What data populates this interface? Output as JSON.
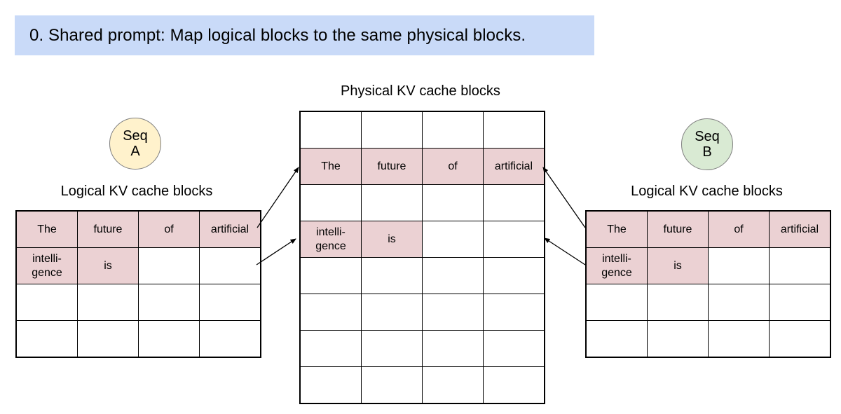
{
  "banner": {
    "text": "0. Shared prompt: Map logical blocks to the same physical blocks.",
    "bg_color": "#c9daf8"
  },
  "colors": {
    "highlight_pink": "#ebd1d3",
    "seq_a_yellow": "#fff2cc",
    "seq_b_green": "#d9ead3",
    "table_border": "#000000",
    "badge_border": "#7f7f7f"
  },
  "physical_block": {
    "title": "Physical KV cache blocks",
    "table": {
      "cells": [
        [
          "",
          "",
          "",
          ""
        ],
        [
          "The",
          "future",
          "of",
          "artificial"
        ],
        [
          "",
          "",
          "",
          ""
        ],
        [
          "intelli-\ngence",
          "is",
          "",
          ""
        ],
        [
          "",
          "",
          "",
          ""
        ],
        [
          "",
          "",
          "",
          ""
        ],
        [
          "",
          "",
          "",
          ""
        ],
        [
          "",
          "",
          "",
          ""
        ]
      ],
      "highlight": [
        [
          false,
          false,
          false,
          false
        ],
        [
          true,
          true,
          true,
          true
        ],
        [
          false,
          false,
          false,
          false
        ],
        [
          true,
          true,
          false,
          false
        ],
        [
          false,
          false,
          false,
          false
        ],
        [
          false,
          false,
          false,
          false
        ],
        [
          false,
          false,
          false,
          false
        ],
        [
          false,
          false,
          false,
          false
        ]
      ]
    }
  },
  "seq_a": {
    "badge_line1": "Seq",
    "badge_line2": "A",
    "label": "Logical KV cache blocks",
    "table": {
      "cells": [
        [
          "The",
          "future",
          "of",
          "artificial"
        ],
        [
          "intelli-\ngence",
          "is",
          "",
          ""
        ],
        [
          "",
          "",
          "",
          ""
        ],
        [
          "",
          "",
          "",
          ""
        ]
      ],
      "highlight": [
        [
          true,
          true,
          true,
          true
        ],
        [
          true,
          true,
          false,
          false
        ],
        [
          false,
          false,
          false,
          false
        ],
        [
          false,
          false,
          false,
          false
        ]
      ]
    }
  },
  "seq_b": {
    "badge_line1": "Seq",
    "badge_line2": "B",
    "label": "Logical KV cache blocks",
    "table": {
      "cells": [
        [
          "The",
          "future",
          "of",
          "artificial"
        ],
        [
          "intelli-\ngence",
          "is",
          "",
          ""
        ],
        [
          "",
          "",
          "",
          ""
        ],
        [
          "",
          "",
          "",
          ""
        ]
      ],
      "highlight": [
        [
          true,
          true,
          true,
          true
        ],
        [
          true,
          true,
          false,
          false
        ],
        [
          false,
          false,
          false,
          false
        ],
        [
          false,
          false,
          false,
          false
        ]
      ]
    }
  }
}
